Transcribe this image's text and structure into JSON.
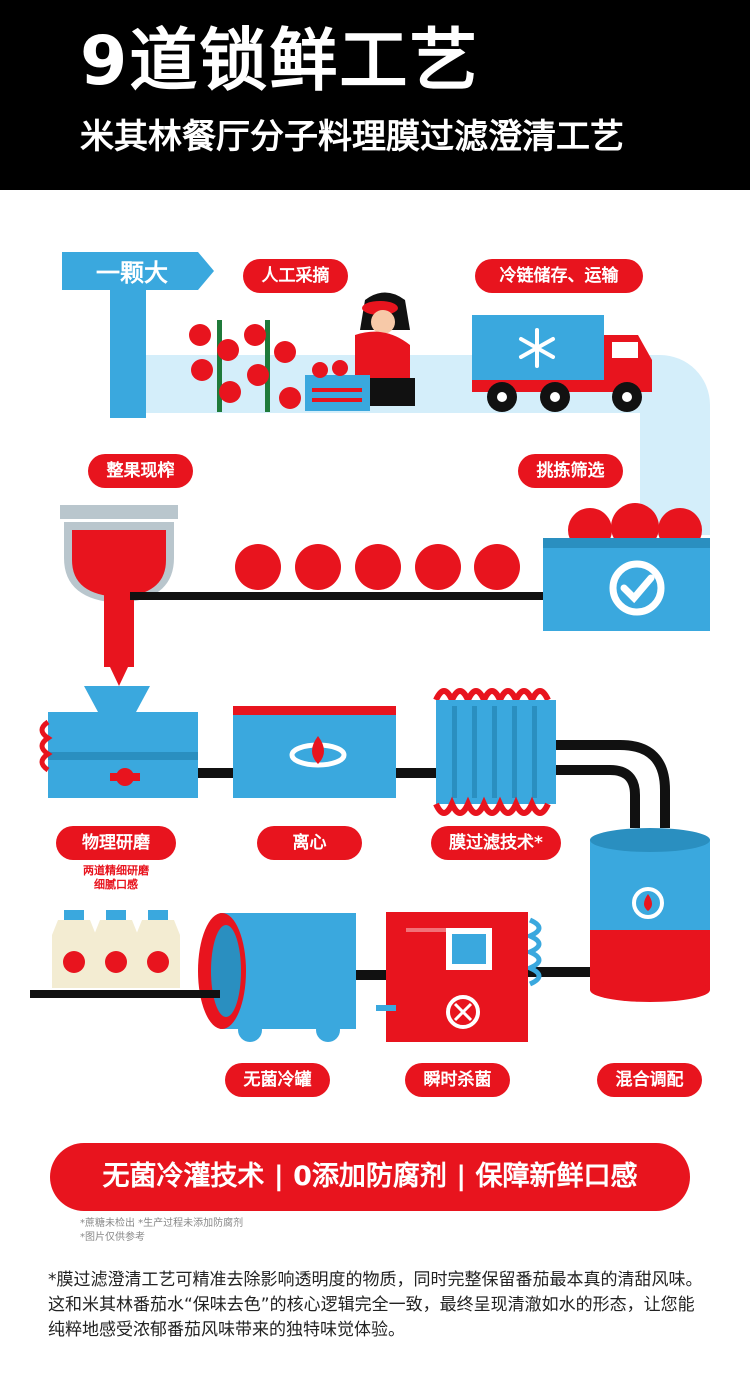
{
  "header": {
    "title": "9道锁鲜工艺",
    "subtitle": "米其林餐厅分子料理膜过滤澄清工艺"
  },
  "signpost": {
    "label": "一颗大"
  },
  "steps": {
    "picking": "人工采摘",
    "coldchain": "冷链储存、运输",
    "juicing": "整果现榨",
    "sorting": "挑拣筛选",
    "grinding": "物理研磨",
    "grinding_note": "两道精细研磨\n细腻口感",
    "centrifuge": "离心",
    "membrane": "膜过滤技术*",
    "mixing": "混合调配",
    "flash": "瞬时杀菌",
    "sterile_tank": "无菌冷罐"
  },
  "banner": "无菌冷灌技术 | 0添加防腐剂 | 保障新鲜口感",
  "notes": [
    "*蔗糖未检出 *生产过程未添加防腐剂",
    "*图片仅供参考"
  ],
  "paragraph": "*膜过滤澄清工艺可精准去除影响透明度的物质，同时完整保留番茄最本真的清甜风味。这和米其林番茄水“保味去色”的核心逻辑完全一致，最终呈现清澈如水的形态，让您能纯粹地感受浓郁番茄风味带来的独特味觉体验。",
  "colors": {
    "red": "#e8141e",
    "blue": "#3aa8de",
    "light_blue": "#d4eefa",
    "black": "#000000",
    "cream": "#f3ecd2"
  }
}
